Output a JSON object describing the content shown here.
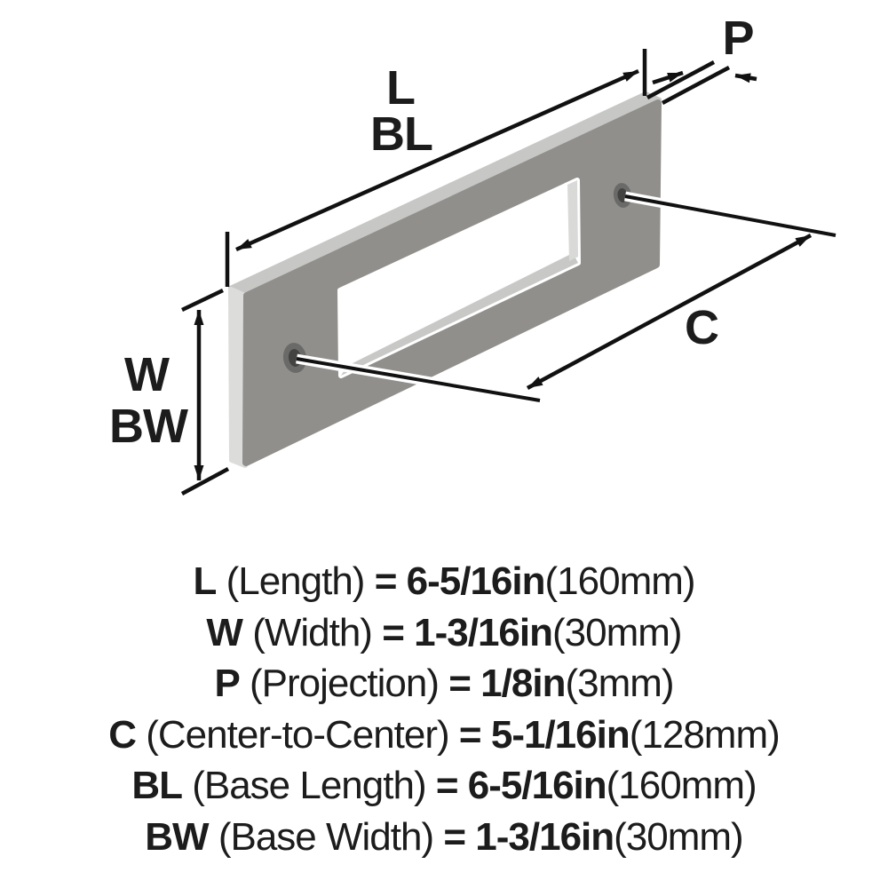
{
  "diagram": {
    "labels": {
      "length": "L",
      "base_length": "BL",
      "projection": "P",
      "width": "W",
      "base_width": "BW",
      "center_to_center": "C"
    }
  },
  "specs": [
    {
      "label": "L",
      "name": "(Length)",
      "eq": "=",
      "value": "6-5/16in",
      "metric": "(160mm)"
    },
    {
      "label": "W",
      "name": "(Width)",
      "eq": "=",
      "value": "1-3/16in",
      "metric": "(30mm)"
    },
    {
      "label": "P",
      "name": "(Projection)",
      "eq": "=",
      "value": "1/8in",
      "metric": "(3mm)"
    },
    {
      "label": "C",
      "name": "(Center-to-Center)",
      "eq": "=",
      "value": "5-1/16in",
      "metric": "(128mm)"
    },
    {
      "label": "BL",
      "name": "(Base Length)",
      "eq": "=",
      "value": "6-5/16in",
      "metric": "(160mm)"
    },
    {
      "label": "BW",
      "name": "(Base Width)",
      "eq": "=",
      "value": "1-3/16in",
      "metric": "(30mm)"
    }
  ],
  "colors": {
    "background": "#ffffff",
    "line": "#111111",
    "text": "#1c1c1c",
    "plate_face": "#918f8c",
    "plate_top_bevel": "#c7c7c5",
    "plate_end_cap": "#dcdcda",
    "plate_inner_wall": "#c8c8c6",
    "plate_inner_right": "#d9d9d7",
    "hole_outer": "#6a6a68",
    "hole_inner": "#434341"
  }
}
